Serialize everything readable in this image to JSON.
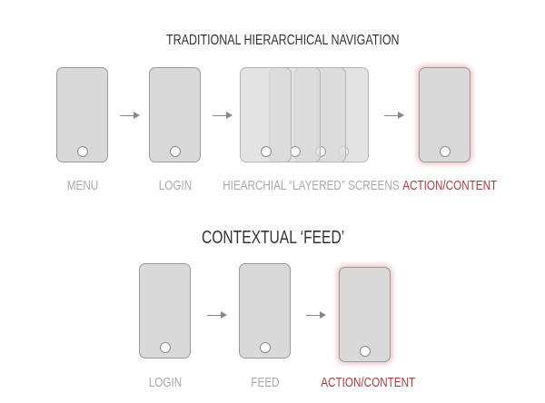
{
  "top": {
    "title": "TRADITIONAL HIERARCHICAL NAVIGATION",
    "labels": [
      "MENU",
      "LOGIN",
      "HIEARCHIAL “LAYERED” SCREENS",
      "ACTION/CONTENT"
    ]
  },
  "bottom": {
    "title": "CONTEXTUAL ‘FEED’",
    "labels": [
      "LOGIN",
      "FEED",
      "ACTION/CONTENT"
    ]
  },
  "colors": {
    "highlight": "#b03a3e",
    "phone": "#d9d9d9"
  }
}
